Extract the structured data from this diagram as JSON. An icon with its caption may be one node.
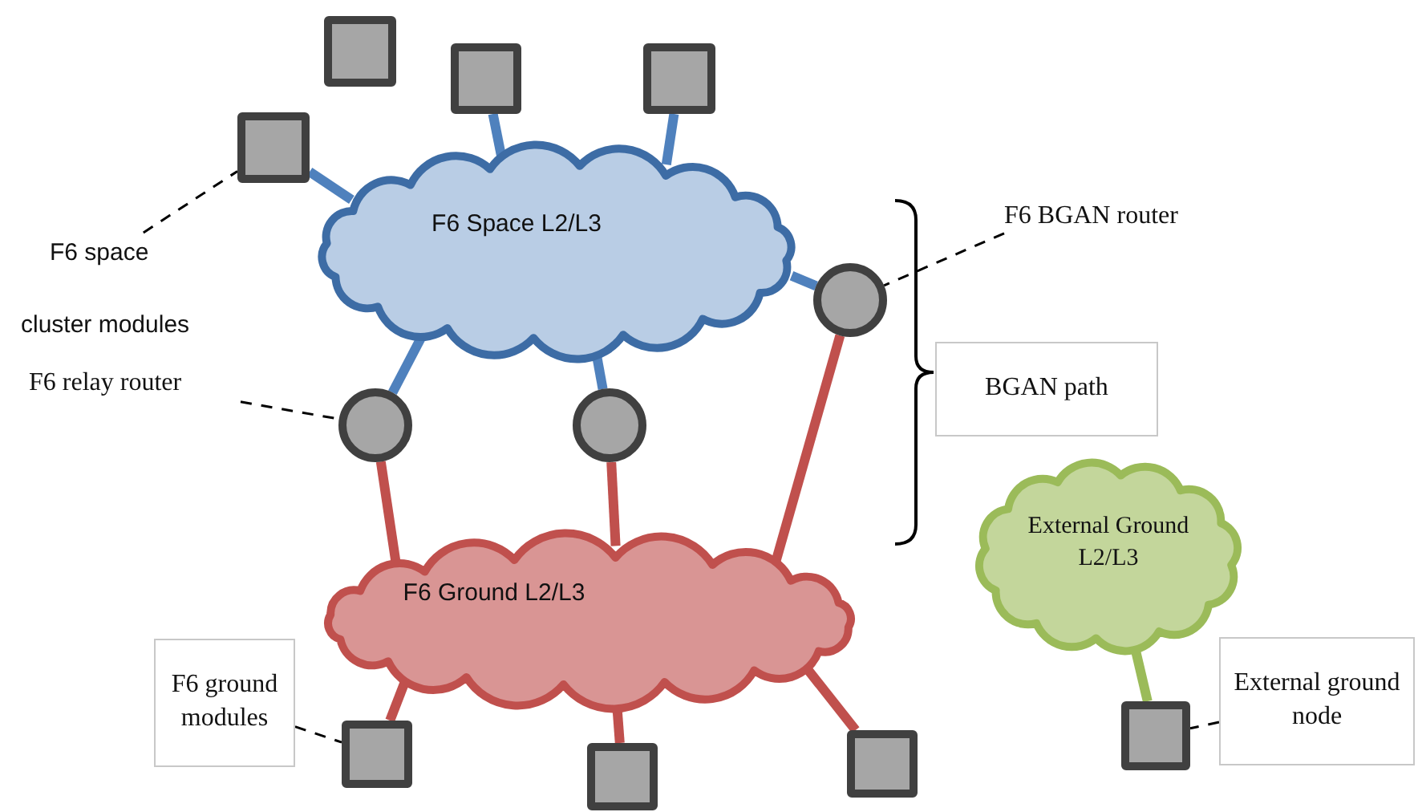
{
  "diagram": {
    "nodes": [
      {
        "text": [],
        "shape": "box"
      },
      {
        "text": [],
        "shape": "box"
      },
      {
        "text": [],
        "shape": "box"
      },
      {
        "text": [],
        "shape": "box"
      },
      {
        "text": [
          "F6 Space L2/L3"
        ]
      },
      {
        "text": [
          "F6 space"
        ]
      },
      {
        "text": [
          "F6 BGAN router"
        ]
      },
      {
        "text": [],
        "shape": "circle"
      },
      {
        "text": [
          "F6 relay router"
        ]
      },
      {
        "text": [],
        "shape": "circle"
      },
      {
        "text": [],
        "shape": "circle"
      },
      {
        "text": [
          "BGAN path"
        ]
      },
      {
        "text": [
          "External Ground L2/L3"
        ]
      },
      {
        "text": [
          "F6 Ground L2/L3"
        ]
      },
      {
        "text": [
          "F6 ground modules"
        ]
      },
      {
        "text": [
          "External ground node"
        ]
      },
      {
        "text": [],
        "shape": "box"
      },
      {
        "text": [],
        "shape": "box"
      },
      {
        "text": [],
        "shape": "box"
      },
      {
        "text": [],
        "shape": "box"
      }
    ],
    "edges": [
      {
        "from": 3,
        "to": 4,
        "arrow": "none",
        "color": "#4f81bd"
      },
      {
        "from": 1,
        "to": 4,
        "arrow": "none",
        "color": "#4f81bd"
      },
      {
        "from": 2,
        "to": 4,
        "arrow": "none",
        "color": "#4f81bd"
      },
      {
        "from": 4,
        "to": 7,
        "arrow": "none",
        "color": "#4f81bd"
      },
      {
        "from": 4,
        "to": 9,
        "arrow": "none",
        "color": "#4f81bd"
      },
      {
        "from": 4,
        "to": 10,
        "arrow": "none",
        "color": "#4f81bd"
      },
      {
        "from": 9,
        "to": 13,
        "arrow": "none",
        "color": "#c0504d"
      },
      {
        "from": 10,
        "to": 13,
        "arrow": "none",
        "color": "#c0504d"
      },
      {
        "from": 7,
        "to": 13,
        "arrow": "none",
        "color": "#c0504d"
      },
      {
        "from": 13,
        "to": 16,
        "arrow": "none",
        "color": "#c0504d"
      },
      {
        "from": 13,
        "to": 17,
        "arrow": "none",
        "color": "#c0504d"
      },
      {
        "from": 13,
        "to": 18,
        "arrow": "none",
        "color": "#c0504d"
      },
      {
        "from": 12,
        "to": 19,
        "arrow": "none",
        "color": "#9bbb59"
      },
      {
        "from": 5,
        "to": 3,
        "arrow": "none",
        "style": "dashed",
        "color": "#000000"
      },
      {
        "from": 6,
        "to": 7,
        "arrow": "none",
        "style": "dashed",
        "color": "#000000"
      },
      {
        "from": 8,
        "to": 9,
        "arrow": "none",
        "style": "dashed",
        "color": "#000000"
      },
      {
        "from": 14,
        "to": 16,
        "arrow": "none",
        "style": "dashed",
        "color": "#000000"
      },
      {
        "from": 15,
        "to": 19,
        "arrow": "none",
        "style": "dashed",
        "color": "#000000"
      }
    ],
    "labels": [
      "cluster modules"
    ]
  }
}
